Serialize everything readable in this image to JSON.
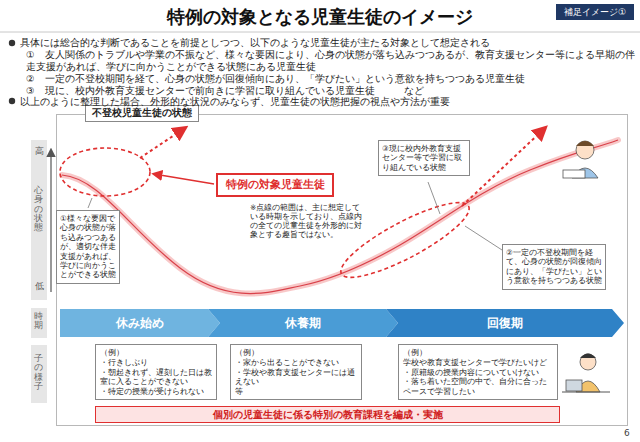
{
  "diagram": {
    "title": "特例の対象となる児童生徒のイメージ",
    "nodes": [
      {
        "text": [
          "補足イメージ①"
        ]
      },
      {
        "text": [
          "不登校児童生徒の状態"
        ]
      },
      {
        "text": [
          "①様々な要因で心身の状態が落ち込みつつあるが、適切な伴走支援があれば、学びに向かうことができる状態"
        ],
        "in": 1
      },
      {
        "text": [
          "特例の対象児童生徒"
        ],
        "in": 1
      },
      {
        "text": [
          "③現に校内外教育支援センター等で学習に取り組んでいる状態"
        ],
        "in": 1
      },
      {
        "text": [
          "②一定の不登校期間を経て、心身の状態が回復傾向にあり、「学びたい」という意欲を持ちつつある状態"
        ],
        "in": 1
      },
      {
        "text": [
          "休み始め"
        ],
        "in": 1
      },
      {
        "text": [
          "休養期"
        ],
        "in": 1
      },
      {
        "text": [
          "回復期"
        ],
        "in": 1
      },
      {
        "text": [
          "（例）",
          "・行きしぶり",
          "・朝起きれず、遅刻した日は教室に入ることができない",
          "・特定の授業が受けられない"
        ],
        "in": 1
      },
      {
        "text": [
          "（例）",
          "・家から出ることができない",
          "・学校や教育支援センターには通えない",
          "等"
        ],
        "in": 1
      },
      {
        "text": [
          "（例）",
          "学校や教育支援センターで学びたいけど",
          "・原籍級の授業内容についていけない",
          "・落ち着いた空間の中で、自分に合ったペースで学習したい"
        ],
        "in": 1
      },
      {
        "text": [
          "個別の児童生徒に係る特別の教育課程を編成・実施"
        ],
        "in": 1
      }
    ],
    "labels": [
      "具体には総合的な判断であることを前提としつつ、以下のような児童生徒が主たる対象として想定される",
      "①　友人関係のトラブルや学業の不振など、様々な要因により、心身の状態が落ち込みつつあるが、教育支援センター等による早期の伴走支援があれば、学びに向かうことができる状態にある児童生徒",
      "②　一定の不登校期間を経て、心身の状態が回復傾向にあり、「学びたい」という意欲を持ちつつある児童生徒",
      "③　現に、校内外教育支援センターで前向きに学習に取り組んでいる児童生徒",
      "など",
      "以上のように整理した場合、外形的な状況のみならず、児童生徒の状態把握の視点や方法が重要",
      "※点線の範囲は、主に想定している時期を示しており、点線内の全ての児童生徒を外形的に対象とする趣旨ではない。",
      "高",
      "低",
      "心身の状態",
      "時期",
      "子の様子",
      "6"
    ]
  }
}
